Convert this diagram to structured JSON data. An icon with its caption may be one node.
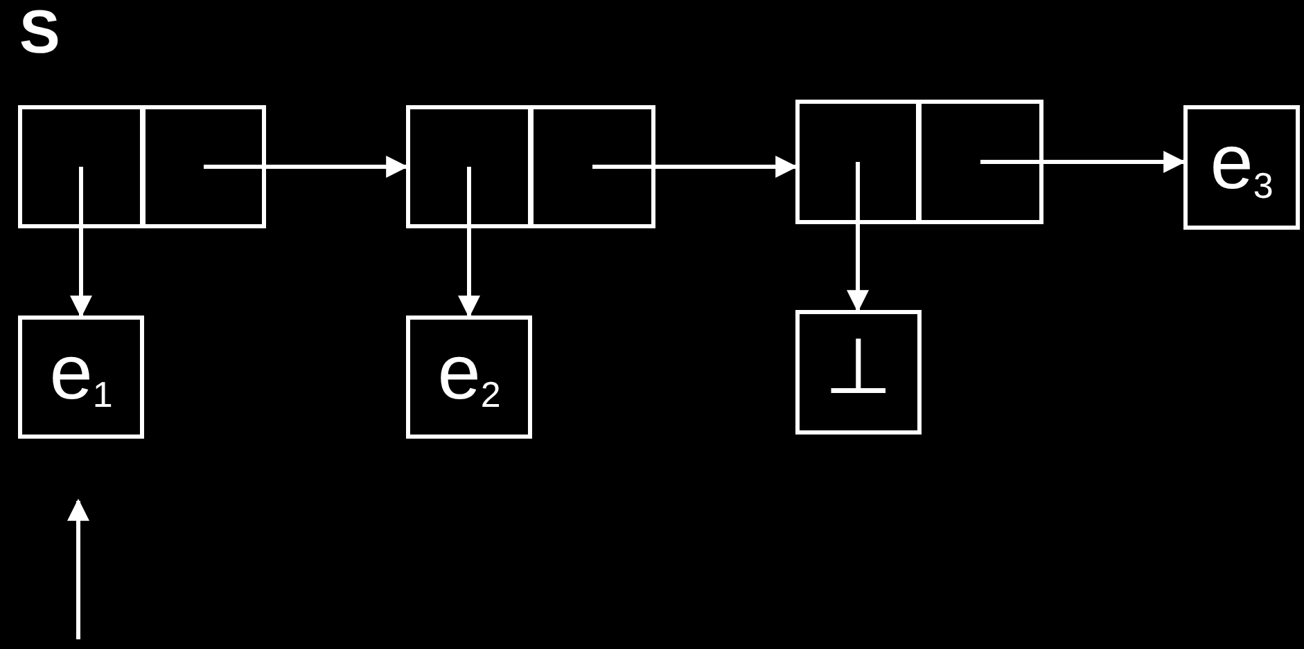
{
  "diagram": {
    "nodes": [
      {
        "text": [],
        "shape": "box"
      },
      {
        "text": [],
        "shape": "box"
      },
      {
        "text": [],
        "shape": "box"
      },
      {
        "text": [],
        "shape": "box"
      },
      {
        "text": [],
        "shape": "box"
      },
      {
        "text": [],
        "shape": "box"
      },
      {
        "text": [
          "e$_{1}$"
        ]
      },
      {
        "text": [
          "e$_{2}$"
        ]
      },
      {
        "text": [
          "⊥"
        ]
      },
      {
        "text": [
          "e$_{3}$"
        ]
      }
    ],
    "edges": [
      {
        "from": 0,
        "to": 6,
        "arrow": "to"
      },
      {
        "from": 1,
        "to": 2,
        "arrow": "to"
      },
      {
        "from": 2,
        "to": 7,
        "arrow": "to"
      },
      {
        "from": 3,
        "to": 4,
        "arrow": "to"
      },
      {
        "from": 4,
        "to": 8,
        "arrow": "to"
      },
      {
        "from": 5,
        "to": 9,
        "arrow": "to"
      },
      {
        "from": null,
        "to": 6,
        "arrow": "to"
      }
    ],
    "labels": [
      "S"
    ]
  }
}
